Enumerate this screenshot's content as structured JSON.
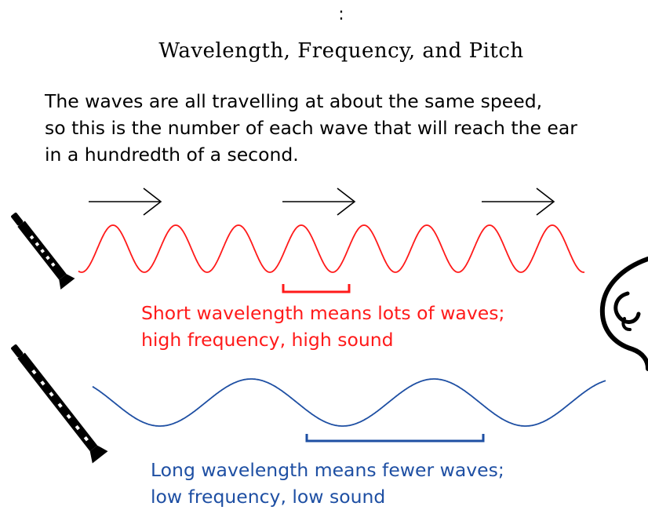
{
  "header": {
    "colon": ":",
    "title": "Wavelength, Frequency, and Pitch"
  },
  "intro": {
    "lines": [
      "The waves are all travelling at about the same speed,",
      "so this is the number of each wave that will reach the ear",
      "in a hundredth of a second."
    ]
  },
  "high_wave": {
    "caption_lines": [
      "Short wavelength means lots of waves;",
      "high frequency, high sound"
    ],
    "color": "#ff1a1a"
  },
  "low_wave": {
    "caption_lines": [
      "Long wavelength means fewer waves;",
      "low frequency, low sound"
    ],
    "color": "#1e4fa3"
  },
  "icons": [
    "right-arrow-icon",
    "recorder-icon",
    "ear-icon"
  ]
}
